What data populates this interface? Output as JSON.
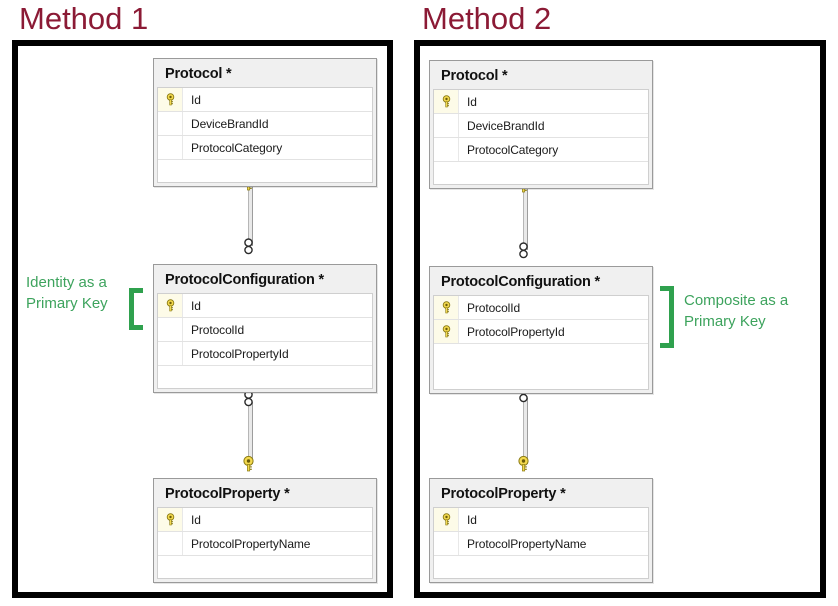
{
  "panels": [
    {
      "title": "Method 1",
      "annotation": {
        "line1": "Identity as a",
        "line2": "Primary Key",
        "bracket": "left",
        "color": "#3DA35D"
      },
      "entities": [
        {
          "name": "Protocol *",
          "fields": [
            {
              "label": "Id",
              "primary_key": true
            },
            {
              "label": "DeviceBrandId",
              "primary_key": false
            },
            {
              "label": "ProtocolCategory",
              "primary_key": false
            }
          ]
        },
        {
          "name": "ProtocolConfiguration *",
          "fields": [
            {
              "label": "Id",
              "primary_key": true
            },
            {
              "label": "ProtocolId",
              "primary_key": false
            },
            {
              "label": "ProtocolPropertyId",
              "primary_key": false
            }
          ]
        },
        {
          "name": "ProtocolProperty *",
          "fields": [
            {
              "label": "Id",
              "primary_key": true
            },
            {
              "label": "ProtocolPropertyName",
              "primary_key": false
            }
          ]
        }
      ],
      "relationships": [
        {
          "from": "Protocol",
          "to": "ProtocolConfiguration",
          "top_marker": "key-icon",
          "bottom_marker": "many-icon"
        },
        {
          "from": "ProtocolConfiguration",
          "to": "ProtocolProperty",
          "top_marker": "many-icon",
          "bottom_marker": "key-icon"
        }
      ]
    },
    {
      "title": "Method 2",
      "annotation": {
        "line1": "Composite as a",
        "line2": "Primary Key",
        "bracket": "right",
        "color": "#3DA35D"
      },
      "entities": [
        {
          "name": "Protocol *",
          "fields": [
            {
              "label": "Id",
              "primary_key": true
            },
            {
              "label": "DeviceBrandId",
              "primary_key": false
            },
            {
              "label": "ProtocolCategory",
              "primary_key": false
            }
          ]
        },
        {
          "name": "ProtocolConfiguration *",
          "fields": [
            {
              "label": "ProtocolId",
              "primary_key": true
            },
            {
              "label": "ProtocolPropertyId",
              "primary_key": true
            }
          ]
        },
        {
          "name": "ProtocolProperty *",
          "fields": [
            {
              "label": "Id",
              "primary_key": true
            },
            {
              "label": "ProtocolPropertyName",
              "primary_key": false
            }
          ]
        }
      ],
      "relationships": [
        {
          "from": "Protocol",
          "to": "ProtocolConfiguration",
          "top_marker": "key-icon",
          "bottom_marker": "many-icon"
        },
        {
          "from": "ProtocolConfiguration",
          "to": "ProtocolProperty",
          "top_marker": "many-icon",
          "bottom_marker": "key-icon"
        }
      ]
    }
  ],
  "colors": {
    "title": "#8B1A35",
    "frame": "#000000",
    "annotation_green": "#3DA35D",
    "key_gold": "#E8C51E",
    "entity_header_bg": "#f0f0f0"
  }
}
